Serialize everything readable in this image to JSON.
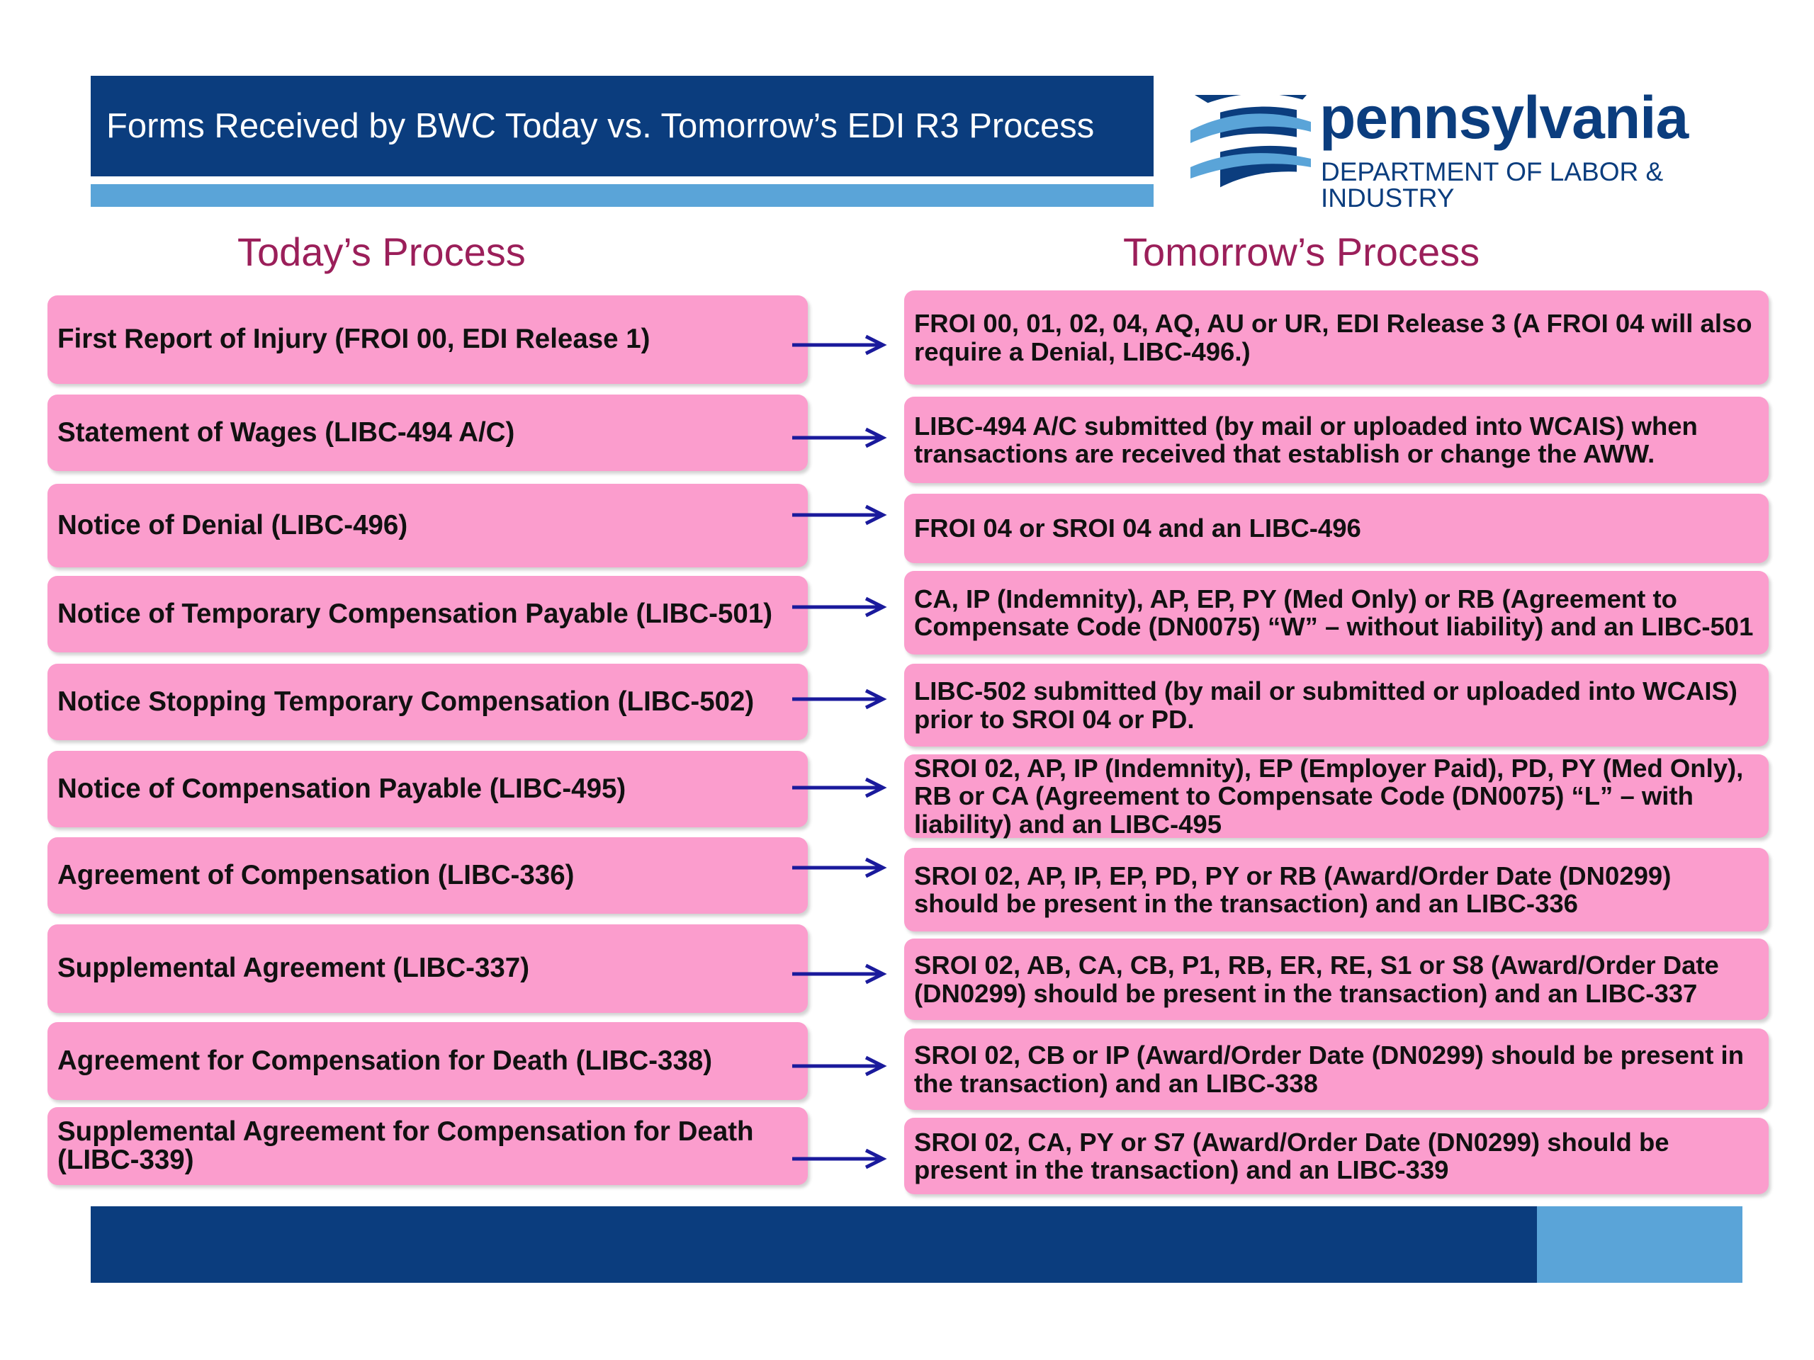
{
  "header": {
    "title": "Forms Received by BWC Today vs. Tomorrow’s EDI R3 Process"
  },
  "logo": {
    "name": "pennsylvania",
    "department": "DEPARTMENT OF LABOR & INDUSTRY"
  },
  "columns": {
    "left_title": "Today’s Process",
    "right_title": "Tomorrow’s Process"
  },
  "colors": {
    "navy": "#0b3d7e",
    "light_blue": "#5aa4d8",
    "pink": "#fb9dcd",
    "title_maroon": "#9b1f5a",
    "arrow": "#1a1a9c"
  },
  "rows": [
    {
      "today": "First Report of Injury (FROI 00, EDI Release 1)",
      "tomorrow": "FROI 00, 01, 02, 04, AQ, AU or UR, EDI Release 3 (A FROI 04 will also require a Denial, LIBC-496.)"
    },
    {
      "today": "Statement of Wages (LIBC-494 A/C)",
      "tomorrow": "LIBC-494 A/C submitted (by mail or uploaded into WCAIS) when transactions are received that establish or change the AWW."
    },
    {
      "today": "Notice of Denial (LIBC-496)",
      "tomorrow": "FROI 04 or SROI 04 and an LIBC-496"
    },
    {
      "today": "Notice of Temporary Compensation Payable (LIBC-501)",
      "tomorrow": "CA, IP (Indemnity), AP, EP, PY (Med Only) or RB (Agreement to Compensate Code (DN0075) “W” – without liability) and an LIBC-501"
    },
    {
      "today": "Notice Stopping Temporary Compensation (LIBC-502)",
      "tomorrow": "LIBC-502 submitted (by mail or submitted or uploaded into WCAIS) prior to SROI 04 or PD."
    },
    {
      "today": "Notice of Compensation Payable (LIBC-495)",
      "tomorrow": "SROI 02, AP, IP (Indemnity), EP (Employer Paid), PD, PY (Med Only), RB or CA (Agreement to Compensate Code (DN0075) “L” – with liability) and an LIBC-495"
    },
    {
      "today": "Agreement of Compensation (LIBC-336)",
      "tomorrow": "SROI 02, AP, IP, EP, PD, PY or RB (Award/Order Date (DN0299) should be present in the transaction) and an LIBC-336"
    },
    {
      "today": "Supplemental Agreement (LIBC-337)",
      "tomorrow": "SROI 02, AB, CA, CB, P1, RB, ER, RE, S1 or S8 (Award/Order Date (DN0299) should be present in the transaction) and an LIBC-337"
    },
    {
      "today": "Agreement for Compensation for Death (LIBC-338)",
      "tomorrow": "SROI 02, CB or IP (Award/Order Date (DN0299) should be present in the transaction) and an LIBC-338"
    },
    {
      "today": "Supplemental Agreement for Compensation for Death (LIBC-339)",
      "tomorrow": "SROI 02, CA, PY or S7 (Award/Order Date (DN0299) should be present in the transaction) and an LIBC-339"
    }
  ]
}
